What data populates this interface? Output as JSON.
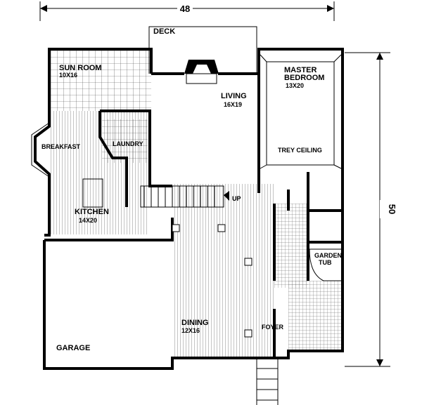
{
  "dimensions": {
    "width": "48",
    "depth": "50"
  },
  "rooms": {
    "deck": {
      "name": "DECK"
    },
    "sun_room": {
      "name": "SUN ROOM",
      "size": "10X16"
    },
    "master_bedroom": {
      "name_line1": "MASTER",
      "name_line2": "BEDROOM",
      "size": "13X20"
    },
    "living": {
      "name": "LIVING",
      "size": "16X19"
    },
    "laundry": {
      "name": "LAUNDRY"
    },
    "breakfast": {
      "name": "BREAKFAST"
    },
    "trey_ceiling": {
      "name": "TREY CEILING"
    },
    "stairs": {
      "label": "UP"
    },
    "kitchen": {
      "name": "KITCHEN",
      "size": "14X20"
    },
    "garden_tub": {
      "name_line1": "GARDEN",
      "name_line2": "TUB"
    },
    "dining": {
      "name": "DINING",
      "size": "12X16"
    },
    "foyer": {
      "name": "FOYER"
    },
    "garage": {
      "name": "GARAGE"
    }
  }
}
